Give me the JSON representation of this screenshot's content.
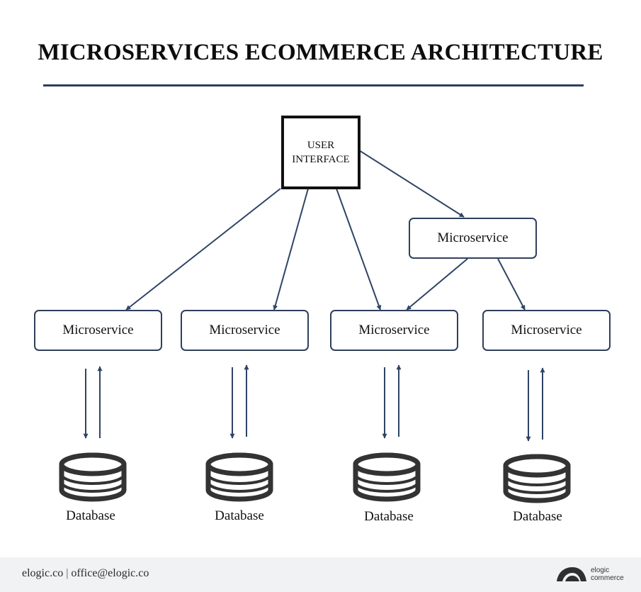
{
  "title": "MICROSERVICES ECOMMERCE ARCHITECTURE",
  "user_interface": {
    "label": "USER\nINTERFACE"
  },
  "microservices": [
    {
      "label": "Microservice"
    },
    {
      "label": "Microservice"
    },
    {
      "label": "Microservice"
    },
    {
      "label": "Microservice"
    },
    {
      "label": "Microservice"
    }
  ],
  "databases": [
    {
      "label": "Database"
    },
    {
      "label": "Database"
    },
    {
      "label": "Database"
    },
    {
      "label": "Database"
    }
  ],
  "footer": {
    "website": "elogic.co",
    "separator": "|",
    "email": "office@elogic.co",
    "logo_text": "elogic\ncommerce"
  },
  "colors": {
    "arrow": "#2f4466",
    "box_border": "#2f3f5c",
    "rule": "#2d3f5e",
    "database_icon": "#333333"
  }
}
